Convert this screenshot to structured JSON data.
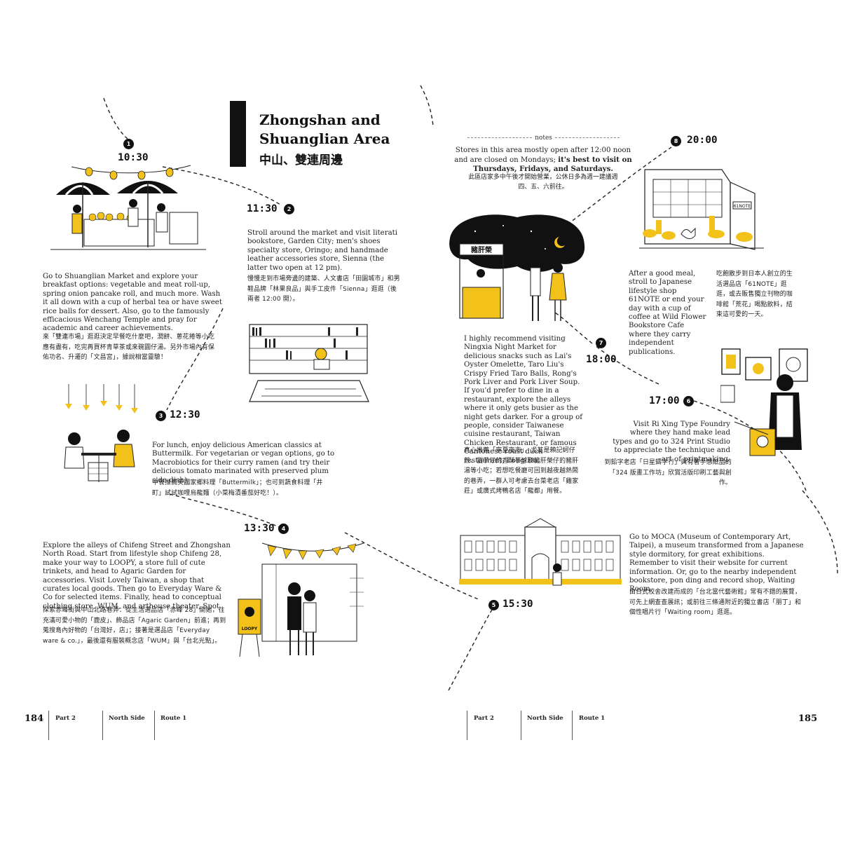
{
  "title": {
    "en_line1": "Zhongshan and",
    "en_line2": "Shuanglian Area",
    "zh": "中山、雙連周邊"
  },
  "notes": {
    "label": "notes",
    "en_pre": "Stores in this area mostly open after 12:00 noon and are closed on Mondays; ",
    "en_bold": "it's best to visit on Thursdays, Fridays, and Saturdays.",
    "zh": "此區店家多中午後才開始營業，公休日多為週一建議週四、五、六前往。"
  },
  "stops": [
    {
      "num": "1",
      "time": "10:30",
      "en": "Go to Shuanglian Market and explore your breakfast options: vegetable and meat roll-up, spring onion pancake roll, and much more. Wash it all down with a cup of herbal tea or have sweet rice balls for dessert. Also, go to the famously efficacious Wenchang Temple and pray for academic and career achievements.",
      "zh": "來「雙連市場」逛逛決定早餐吃什麼吧，潤餅、蔥花捲等小吃應有盡有，吃完再買杯青草茶或來碗圓仔湯。另外市場內有保佑功名、升遷的「文昌宮」，據說相當靈驗！"
    },
    {
      "num": "2",
      "time": "11:30",
      "en": "Stroll around the market and visit literati bookstore, Garden City; men's shoes specialty store, Oringo; and handmade leather accessories store, Sienna (the latter two open at 12 pm).",
      "zh": "慢慢走到市場旁邊的建築、人文書店「田園城市」和男鞋品牌「林果良品」與手工皮件「Sienna」逛逛（後兩者 12:00 開）。"
    },
    {
      "num": "3",
      "time": "12:30",
      "en": "For lunch, enjoy delicious American classics at Buttermilk. For vegetarian or vegan options, go to Macrobiotics for their curry ramen (and try their delicious tomato marinated with preserved plum side dish).",
      "zh": "中餐推薦美國家鄉料理「Buttermilk」；也可到蔬食料理「井町」試試咖哩烏龍麵（小菜梅漬番茄好吃！）。"
    },
    {
      "num": "4",
      "time": "13:30",
      "en": "Explore the alleys of Chifeng Street and Zhongshan North Road. Start from lifestyle shop Chifeng 28, make your way to LOOPY, a store full of cute trinkets, and head to Agaric Garden for accessories. Visit Lovely Taiwan, a shop that curates local goods. Then go to Everyday Ware & Co for selected items. Finally, head to conceptual clothing store, WUM, and arthouse theater, Spot.",
      "zh": "探索赤峰街與中山北路巷弄：從生活選品店「赤峰 28」開始，往充滿可愛小物的「鹿皮」、飾品店「Agaric Garden」前進；再到蒐搜島內好物的「台灣好，店」；接著是選品店「Everyday ware & co.」，最後還有服裝概念店「WUM」與「台北光點」。"
    },
    {
      "num": "5",
      "time": "15:30",
      "en": "Go to MOCA (Museum of Contemporary Art, Taipei), a museum transformed from a Japanese style dormitory, for great exhibitions. Remember to visit their website for current information. Or, go to the nearby independent bookstore, pon ding and record shop, Waiting Room.",
      "zh": "由日式校舍改建而成的「台北當代藝術館」常有不錯的展覽，可先上網查查展訊；或前往三條通附近的獨立書店「朋丁」和個性唱片行「Waiting room」逛逛。"
    },
    {
      "num": "6",
      "time": "17:00",
      "en": "Visit Ri Xing Type Foundry where they hand make lead types and go to 324 Print Studio to appreciate the technique and art of printmaking.",
      "zh": "到鉛字老店「日星鑄字行」與有著手感紙品的「324 版畫工作坊」欣賞活版印刷工藝與創作。"
    },
    {
      "num": "7",
      "time": "18:00",
      "en": "I highly recommend visiting Ningxia Night Market for delicious snacks such as Lai's Oyster Omelette, Taro Liu's Crispy Fried Taro Balls, Rong's Pork Liver and Pork Liver Soup. If you'd prefer to dine in a restaurant, explore the alleys where it only gets busier as the night gets darker. For a group of people, consider Taiwanese cuisine restaurant, Taiwan Chicken Restaurant, or famous Cantonese roast duck restaurant, Long Du.",
      "zh": "真心推薦「寧夏夜市」，尤其是賴記蚵仔煎、劉芋仔的香酥芋球和豬肝榮仔的豬肝湯等小吃；若想吃餐廳可回到越夜越熱鬧的巷弄，一群人可考慮去台菜老店「雞家莊」或廣式烤鴨名店「龍都」用餐。"
    },
    {
      "num": "8",
      "time": "20:00",
      "en": "After a good meal, stroll to Japanese lifestyle shop 61NOTE or end your day with a cup of coffee at Wild Flower Bookstore Cafe where they carry independent publications.",
      "zh": "吃飽散步到日本人創立的生活選品店「61NOTE」逛逛，或去販售獨立刊物的咖啡館「荒花」喝點飲料，結束這可愛的一天。"
    }
  ],
  "signs": {
    "night_stall": "豬肝榮",
    "loopy": "LOOPY",
    "shop_61": "61NOTE"
  },
  "footer": {
    "left_page": "184",
    "right_page": "185",
    "part": "Part 2",
    "side": "North Side",
    "route": "Route 1"
  },
  "colors": {
    "accent": "#f2c21b",
    "ink": "#111111"
  }
}
